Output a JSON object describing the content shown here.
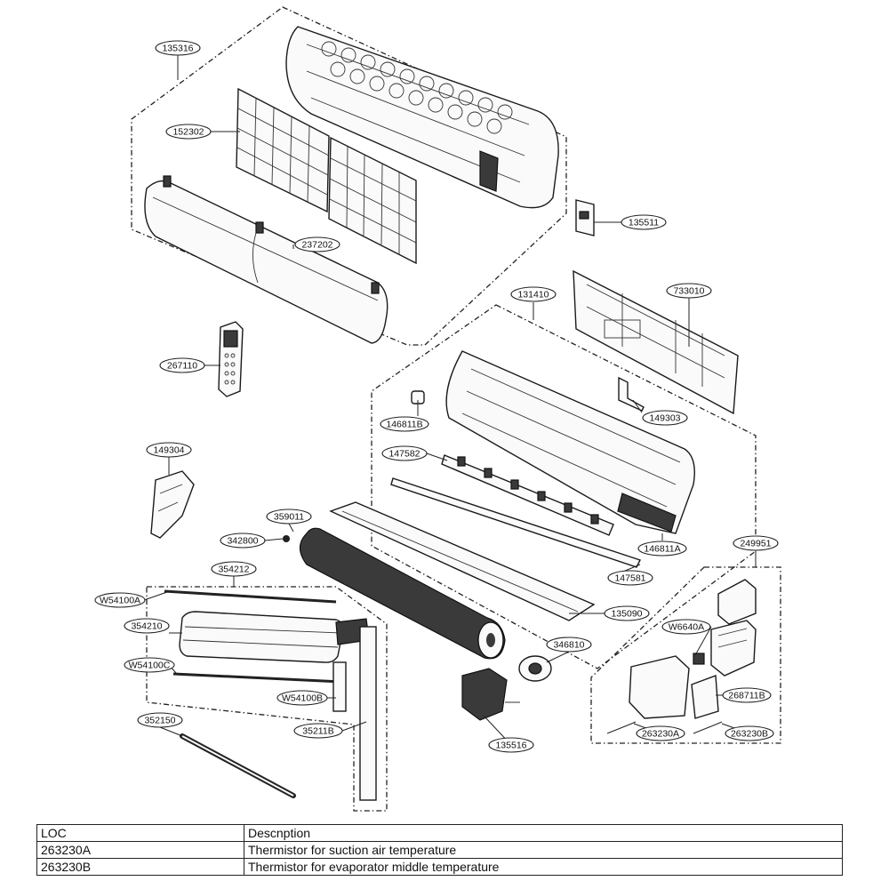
{
  "callouts": {
    "c135316": "135316",
    "c152302": "152302",
    "c237202": "237202",
    "c135511": "135511",
    "c131410": "131410",
    "c733010": "733010",
    "c267110": "267110",
    "c146811b": "146811B",
    "c149303": "149303",
    "c147582": "147582",
    "c149304": "149304",
    "c359011": "359011",
    "c342800": "342800",
    "c146811a": "146811A",
    "c249951": "249951",
    "c354212": "354212",
    "c147581": "147581",
    "cw54100a": "W54100A",
    "c135090": "135090",
    "c354210": "354210",
    "cw6640a": "W6640A",
    "c346810": "346810",
    "cw54100c": "W54100C",
    "cw54100b": "W54100B",
    "c268711b": "268711B",
    "c352150": "352150",
    "c35211b": "35211B",
    "c135516": "135516",
    "c263230a": "263230A",
    "c263230b": "263230B"
  },
  "legend": {
    "header": {
      "loc": "LOC",
      "desc": "Descnption"
    },
    "rows": [
      {
        "loc": "263230A",
        "desc": "Thermistor for suction air temperature"
      },
      {
        "loc": "263230B",
        "desc": "Thermistor for evaporator middle temperature"
      }
    ]
  }
}
